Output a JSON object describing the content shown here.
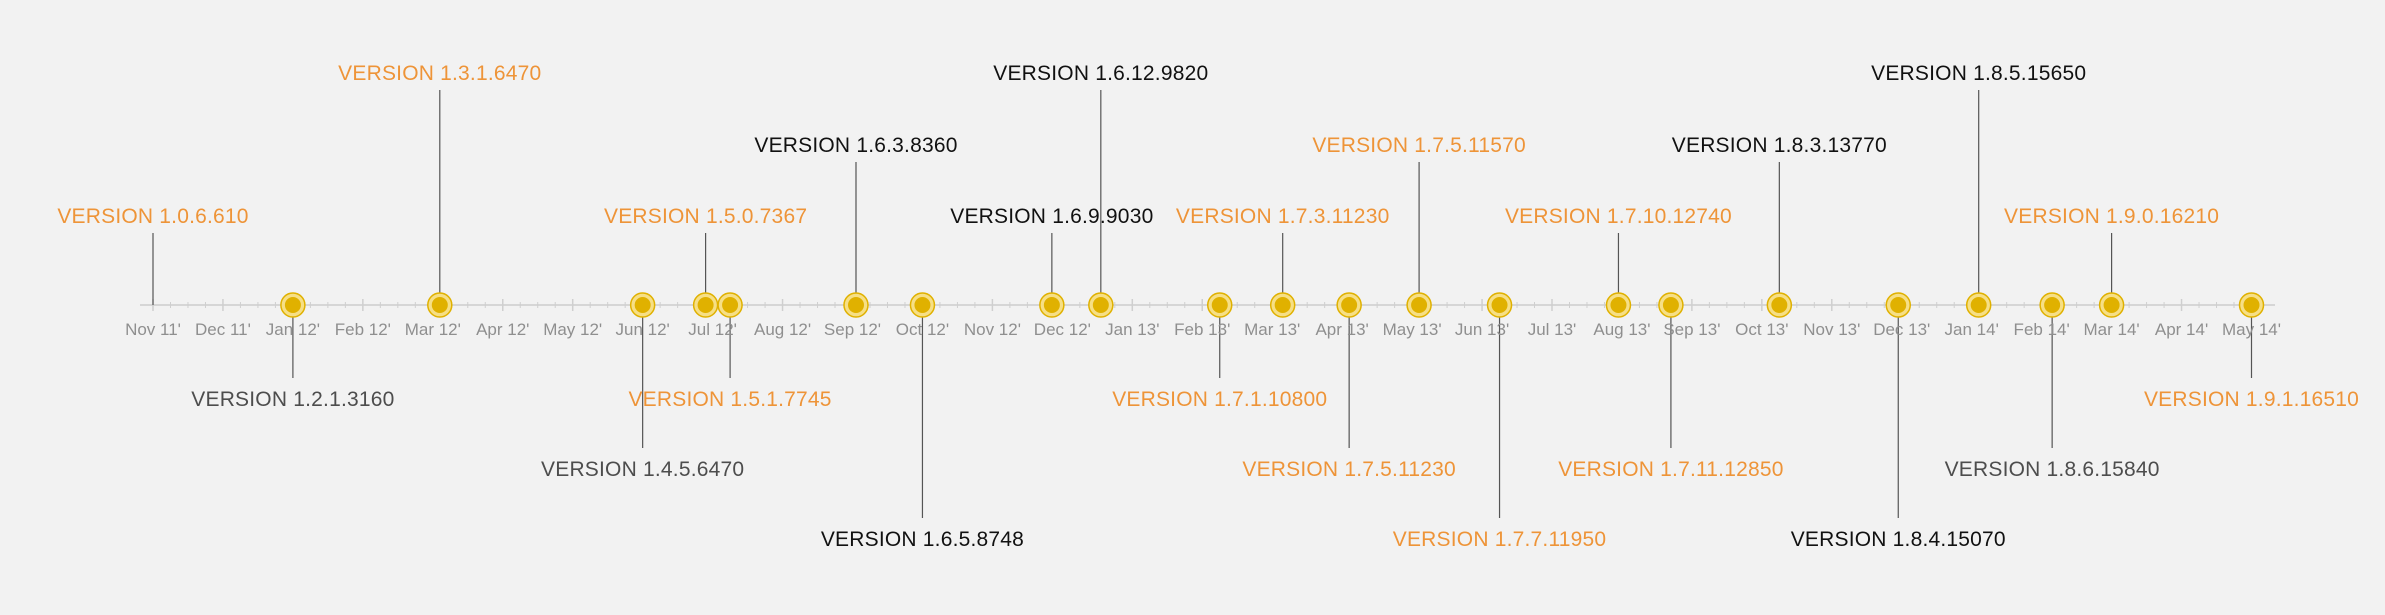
{
  "colors": {
    "background": "#f2f2f2",
    "axis": "#d6d6d6",
    "tick": "#cfcfcf",
    "connector": "#555555",
    "marker_fill": "#e0b100",
    "marker_ring": "#f6df86",
    "month_text": "#8f8f8f",
    "label_orange": "#ee9438",
    "label_black": "#111111",
    "label_gray": "#4d4d4d"
  },
  "marker_icon": "version-release-dot-icon",
  "months": [
    "Nov 11'",
    "Dec 11'",
    "Jan 12'",
    "Feb 12'",
    "Mar 12'",
    "Apr 12'",
    "May 12'",
    "Jun 12'",
    "Jul 12'",
    "Aug 12'",
    "Sep 12'",
    "Oct 12'",
    "Nov 12'",
    "Dec 12'",
    "Jan 13'",
    "Feb 13'",
    "Mar 13'",
    "Apr 13'",
    "May 13'",
    "Jun 13'",
    "Jul 13'",
    "Aug 13'",
    "Sep 13'",
    "Oct 13'",
    "Nov 13'",
    "Dec 13'",
    "Jan 14'",
    "Feb 14'",
    "Mar 14'",
    "Apr 14'",
    "May 14'"
  ],
  "versions": [
    {
      "label": "VERSION 1.0.6.610",
      "month_pos": 0.0,
      "side": "above",
      "tier": 1,
      "style": "orange",
      "marker": false
    },
    {
      "label": "VERSION 1.2.1.3160",
      "month_pos": 2.0,
      "side": "below",
      "tier": 1,
      "style": "gray",
      "marker": true
    },
    {
      "label": "VERSION 1.3.1.6470",
      "month_pos": 4.1,
      "side": "above",
      "tier": 3,
      "style": "orange",
      "marker": true
    },
    {
      "label": "VERSION 1.4.5.6470",
      "month_pos": 7.0,
      "side": "below",
      "tier": 2,
      "style": "gray",
      "marker": true
    },
    {
      "label": "VERSION 1.5.0.7367",
      "month_pos": 7.9,
      "side": "above",
      "tier": 1,
      "style": "orange",
      "marker": true
    },
    {
      "label": "VERSION 1.5.1.7745",
      "month_pos": 8.25,
      "side": "below",
      "tier": 1,
      "style": "orange",
      "marker": true
    },
    {
      "label": "VERSION 1.6.3.8360",
      "month_pos": 10.05,
      "side": "above",
      "tier": 2,
      "style": "black",
      "marker": true
    },
    {
      "label": "VERSION 1.6.5.8748",
      "month_pos": 11.0,
      "side": "below",
      "tier": 3,
      "style": "black",
      "marker": true
    },
    {
      "label": "VERSION 1.6.9.9030",
      "month_pos": 12.85,
      "side": "above",
      "tier": 1,
      "style": "black",
      "marker": true
    },
    {
      "label": "VERSION 1.6.12.9820",
      "month_pos": 13.55,
      "side": "above",
      "tier": 3,
      "style": "black",
      "marker": true
    },
    {
      "label": "VERSION 1.7.1.10800",
      "month_pos": 15.25,
      "side": "below",
      "tier": 1,
      "style": "orange",
      "marker": true
    },
    {
      "label": "VERSION 1.7.3.11230",
      "month_pos": 16.15,
      "side": "above",
      "tier": 1,
      "style": "orange",
      "marker": true
    },
    {
      "label": "VERSION 1.7.5.11230",
      "month_pos": 17.1,
      "side": "below",
      "tier": 2,
      "style": "orange",
      "marker": true
    },
    {
      "label": "VERSION 1.7.5.11570",
      "month_pos": 18.1,
      "side": "above",
      "tier": 2,
      "style": "orange",
      "marker": true
    },
    {
      "label": "VERSION 1.7.7.11950",
      "month_pos": 19.25,
      "side": "below",
      "tier": 3,
      "style": "orange",
      "marker": true
    },
    {
      "label": "VERSION 1.7.10.12740",
      "month_pos": 20.95,
      "side": "above",
      "tier": 1,
      "style": "orange",
      "marker": true
    },
    {
      "label": "VERSION 1.7.11.12850",
      "month_pos": 21.7,
      "side": "below",
      "tier": 2,
      "style": "orange",
      "marker": true
    },
    {
      "label": "VERSION 1.8.3.13770",
      "month_pos": 23.25,
      "side": "above",
      "tier": 2,
      "style": "black",
      "marker": true
    },
    {
      "label": "VERSION 1.8.4.15070",
      "month_pos": 24.95,
      "side": "below",
      "tier": 3,
      "style": "black",
      "marker": true
    },
    {
      "label": "VERSION 1.8.5.15650",
      "month_pos": 26.1,
      "side": "above",
      "tier": 3,
      "style": "black",
      "marker": true
    },
    {
      "label": "VERSION 1.8.6.15840",
      "month_pos": 27.15,
      "side": "below",
      "tier": 2,
      "style": "gray",
      "marker": true
    },
    {
      "label": "VERSION 1.9.0.16210",
      "month_pos": 28.0,
      "side": "above",
      "tier": 1,
      "style": "orange",
      "marker": true
    },
    {
      "label": "VERSION 1.9.1.16510",
      "month_pos": 30.0,
      "side": "below",
      "tier": 1,
      "style": "orange",
      "marker": true
    }
  ]
}
